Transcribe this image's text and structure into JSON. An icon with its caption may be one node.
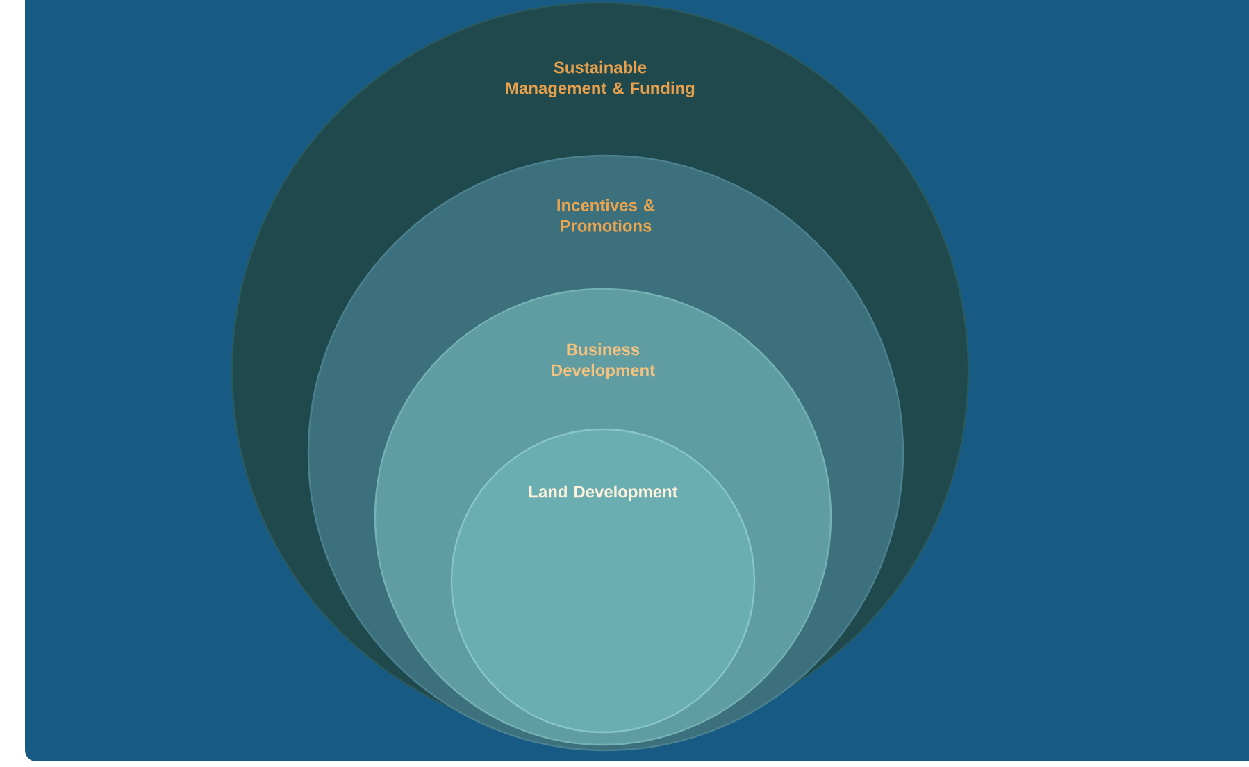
{
  "diagram": {
    "nodes": [
      {
        "text": [
          "Sustainable Management & Funding"
        ]
      },
      {
        "text": [
          "Incentives & Promotions"
        ],
        "in": 0
      },
      {
        "text": [
          "Business Development"
        ],
        "in": 1
      },
      {
        "text": [
          "Land Development"
        ],
        "in": 2
      }
    ]
  }
}
